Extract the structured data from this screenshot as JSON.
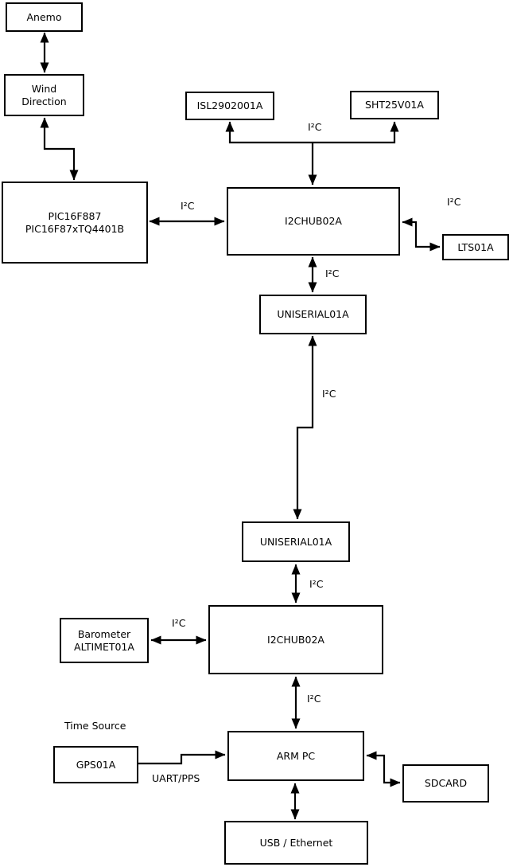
{
  "colors": {
    "background": "#ffffff",
    "line": "#000000",
    "box_fill": "#ffffff",
    "text": "#000000"
  },
  "nodes": {
    "anemo": {
      "label": "Anemo"
    },
    "wind_direction": {
      "label": "Wind\nDirection"
    },
    "pic": {
      "label": "PIC16F887\nPIC16F87xTQ4401B"
    },
    "isl": {
      "label": "ISL2902001A"
    },
    "sht": {
      "label": "SHT25V01A"
    },
    "i2chub_top": {
      "label": "I2CHUB02A"
    },
    "lts": {
      "label": "LTS01A"
    },
    "uniserial_top": {
      "label": "UNISERIAL01A"
    },
    "uniserial_bottom": {
      "label": "UNISERIAL01A"
    },
    "barometer": {
      "label": "Barometer\nALTIMET01A"
    },
    "i2chub_bottom": {
      "label": "I2CHUB02A"
    },
    "gps": {
      "label": "GPS01A"
    },
    "arm_pc": {
      "label": "ARM PC"
    },
    "sdcard": {
      "label": "SDCARD"
    },
    "usb_ethernet": {
      "label": "USB / Ethernet"
    }
  },
  "edge_labels": {
    "i2c": "I²C",
    "uart_pps": "UART/PPS",
    "time_source": "Time Source"
  }
}
